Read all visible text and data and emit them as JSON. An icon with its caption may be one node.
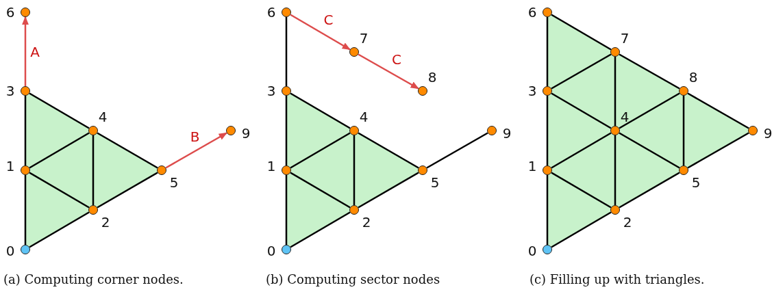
{
  "diagram": {
    "nodes": [
      {
        "text": [],
        "shape": "circle",
        "beside": [
          "0"
        ]
      },
      {
        "text": [],
        "shape": "circle",
        "beside": [
          "1"
        ]
      },
      {
        "text": [],
        "shape": "circle",
        "beside": [
          "2"
        ]
      },
      {
        "text": [],
        "shape": "circle",
        "beside": [
          "3"
        ]
      },
      {
        "text": [],
        "shape": "circle",
        "beside": [
          "4"
        ]
      },
      {
        "text": [],
        "shape": "circle",
        "beside": [
          "5"
        ]
      },
      {
        "text": [],
        "shape": "circle",
        "beside": [
          "6"
        ]
      },
      {
        "text": [],
        "shape": "circle",
        "beside": [
          "9"
        ]
      },
      {
        "text": [],
        "shape": "circle",
        "beside": [
          "0"
        ]
      },
      {
        "text": [],
        "shape": "circle",
        "beside": [
          "1"
        ]
      },
      {
        "text": [],
        "shape": "circle",
        "beside": [
          "2"
        ]
      },
      {
        "text": [],
        "shape": "circle",
        "beside": [
          "3"
        ]
      },
      {
        "text": [],
        "shape": "circle",
        "beside": [
          "4"
        ]
      },
      {
        "text": [],
        "shape": "circle",
        "beside": [
          "5"
        ]
      },
      {
        "text": [],
        "shape": "circle",
        "beside": [
          "6"
        ]
      },
      {
        "text": [],
        "shape": "circle",
        "beside": [
          "7"
        ]
      },
      {
        "text": [],
        "shape": "circle",
        "beside": [
          "8"
        ]
      },
      {
        "text": [],
        "shape": "circle",
        "beside": [
          "9"
        ]
      },
      {
        "text": [],
        "shape": "circle",
        "beside": [
          "0"
        ]
      },
      {
        "text": [],
        "shape": "circle",
        "beside": [
          "1"
        ]
      },
      {
        "text": [],
        "shape": "circle",
        "beside": [
          "2"
        ]
      },
      {
        "text": [],
        "shape": "circle",
        "beside": [
          "3"
        ]
      },
      {
        "text": [],
        "shape": "circle",
        "beside": [
          "4"
        ]
      },
      {
        "text": [],
        "shape": "circle",
        "beside": [
          "5"
        ]
      },
      {
        "text": [],
        "shape": "circle",
        "beside": [
          "6"
        ]
      },
      {
        "text": [],
        "shape": "circle",
        "beside": [
          "7"
        ]
      },
      {
        "text": [],
        "shape": "circle",
        "beside": [
          "8"
        ]
      },
      {
        "text": [],
        "shape": "circle",
        "beside": [
          "9"
        ]
      }
    ],
    "edges": [
      {
        "from": 0,
        "to": 1,
        "arrow": "none"
      },
      {
        "from": 0,
        "to": 2,
        "arrow": "none"
      },
      {
        "from": 1,
        "to": 2,
        "arrow": "none"
      },
      {
        "from": 1,
        "to": 3,
        "arrow": "none"
      },
      {
        "from": 1,
        "to": 4,
        "arrow": "none"
      },
      {
        "from": 2,
        "to": 4,
        "arrow": "none"
      },
      {
        "from": 2,
        "to": 5,
        "arrow": "none"
      },
      {
        "from": 3,
        "to": 4,
        "arrow": "none"
      },
      {
        "from": 4,
        "to": 5,
        "arrow": "none"
      },
      {
        "from": 3,
        "to": 6,
        "arrow": "to",
        "label": "A",
        "color": "#dd4c4c"
      },
      {
        "from": 5,
        "to": 7,
        "arrow": "to",
        "label": "B",
        "color": "#dd4c4c"
      },
      {
        "from": 8,
        "to": 9,
        "arrow": "none"
      },
      {
        "from": 8,
        "to": 10,
        "arrow": "none"
      },
      {
        "from": 9,
        "to": 10,
        "arrow": "none"
      },
      {
        "from": 9,
        "to": 11,
        "arrow": "none"
      },
      {
        "from": 9,
        "to": 12,
        "arrow": "none"
      },
      {
        "from": 10,
        "to": 12,
        "arrow": "none"
      },
      {
        "from": 10,
        "to": 13,
        "arrow": "none"
      },
      {
        "from": 11,
        "to": 12,
        "arrow": "none"
      },
      {
        "from": 12,
        "to": 13,
        "arrow": "none"
      },
      {
        "from": 11,
        "to": 14,
        "arrow": "none"
      },
      {
        "from": 13,
        "to": 17,
        "arrow": "none"
      },
      {
        "from": 14,
        "to": 15,
        "arrow": "to",
        "label": "C",
        "color": "#dd4c4c"
      },
      {
        "from": 15,
        "to": 16,
        "arrow": "to",
        "label": "C",
        "color": "#dd4c4c"
      },
      {
        "from": 18,
        "to": 19,
        "arrow": "none"
      },
      {
        "from": 18,
        "to": 20,
        "arrow": "none"
      },
      {
        "from": 19,
        "to": 20,
        "arrow": "none"
      },
      {
        "from": 19,
        "to": 21,
        "arrow": "none"
      },
      {
        "from": 19,
        "to": 22,
        "arrow": "none"
      },
      {
        "from": 20,
        "to": 22,
        "arrow": "none"
      },
      {
        "from": 20,
        "to": 23,
        "arrow": "none"
      },
      {
        "from": 21,
        "to": 22,
        "arrow": "none"
      },
      {
        "from": 21,
        "to": 24,
        "arrow": "none"
      },
      {
        "from": 21,
        "to": 25,
        "arrow": "none"
      },
      {
        "from": 22,
        "to": 25,
        "arrow": "none"
      },
      {
        "from": 22,
        "to": 26,
        "arrow": "none"
      },
      {
        "from": 22,
        "to": 23,
        "arrow": "none"
      },
      {
        "from": 23,
        "to": 26,
        "arrow": "none"
      },
      {
        "from": 23,
        "to": 27,
        "arrow": "none"
      },
      {
        "from": 24,
        "to": 25,
        "arrow": "none"
      },
      {
        "from": 25,
        "to": 26,
        "arrow": "none"
      },
      {
        "from": 26,
        "to": 27,
        "arrow": "none"
      }
    ],
    "labels": [
      "(a) Computing corner nodes.",
      "(b) Computing sector nodes",
      "(c) Filling up with triangles."
    ]
  }
}
